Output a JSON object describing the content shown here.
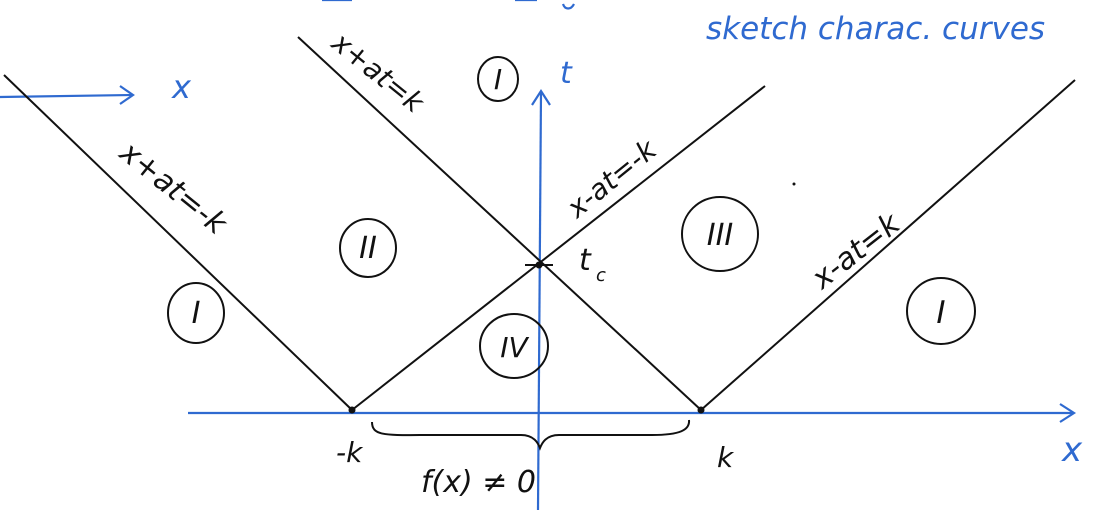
{
  "diagram": {
    "header_note": "sketch charac. curves",
    "axes": {
      "upper_left_x_label": "x",
      "t_label": "t",
      "x_label": "x"
    },
    "lines": {
      "left_outer": "x+at=-k",
      "left_inner": "x+at=k",
      "middle": "x-at=-k",
      "right": "x-at=k"
    },
    "regions": {
      "far_left": "I",
      "upper_top": "I",
      "left_middle": "II",
      "right_middle": "III",
      "bottom_center": "IV",
      "far_right": "I"
    },
    "points": {
      "left_intercept": "-k",
      "right_intercept": "k",
      "crossing": "t",
      "crossing_subscript": "c"
    },
    "annotation": "f(x) ≠ 0",
    "colors": {
      "ink": "#111111",
      "blue": "#2f6ad0",
      "background": "#ffffff"
    }
  }
}
